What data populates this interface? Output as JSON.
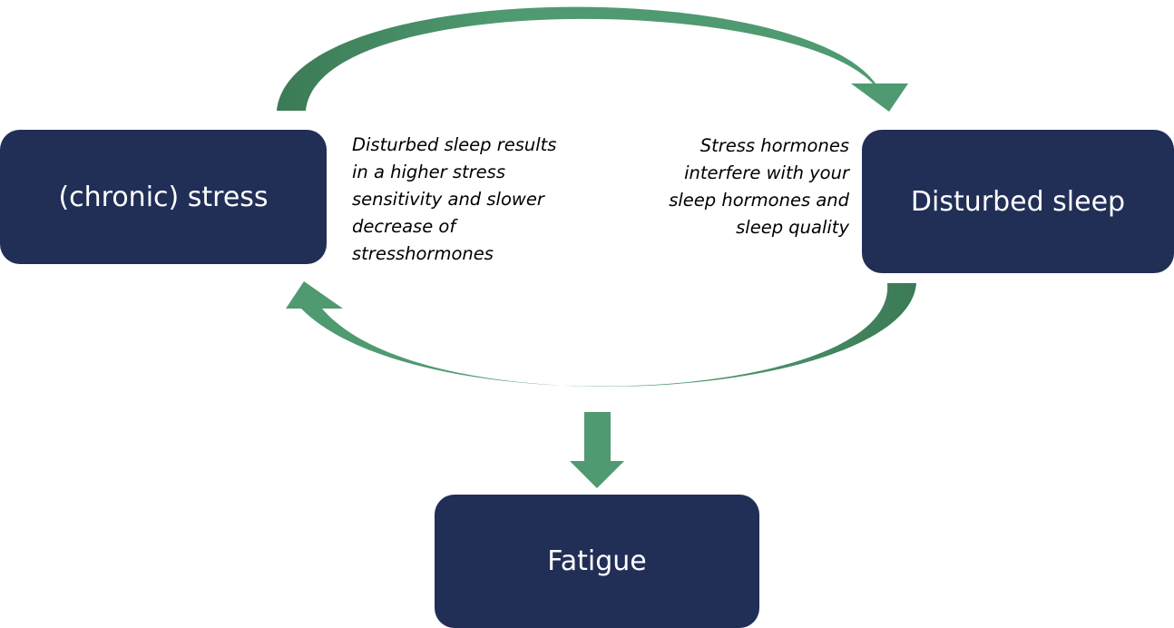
{
  "nodes": {
    "stress": "(chronic) stress",
    "sleep": "Disturbed sleep",
    "fatigue": "Fatigue"
  },
  "annotations": {
    "left_lines": [
      "Disturbed sleep results",
      "in a higher stress",
      "sensitivity and slower",
      "decrease of",
      "stresshormones"
    ],
    "right_lines": [
      "Stress hormones",
      "interfere with your",
      "sleep hormones and",
      "sleep quality"
    ]
  },
  "colors": {
    "box_fill": "#212f57",
    "box_text": "#ffffff",
    "arrow_light": "#4f9a70",
    "arrow_dark": "#3b7a55"
  }
}
